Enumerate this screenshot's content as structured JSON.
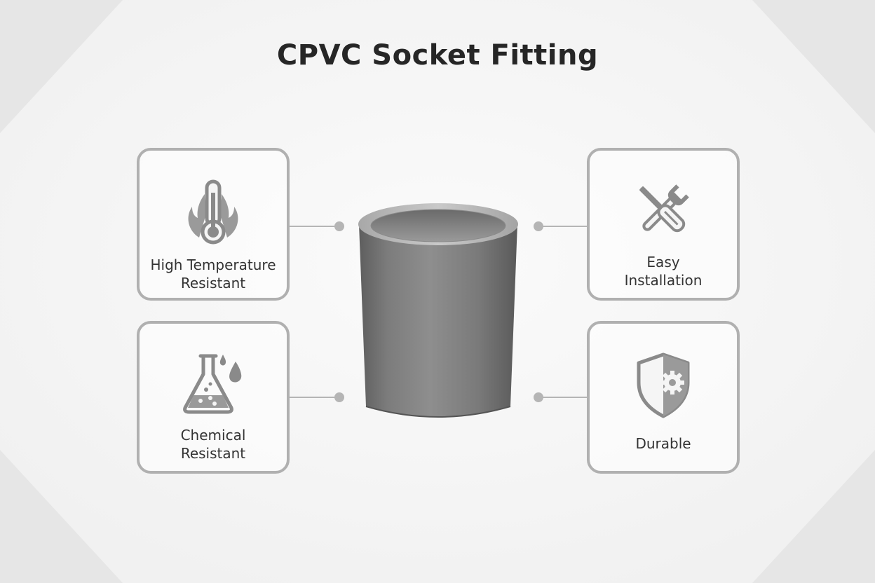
{
  "title": "CPVC Socket Fitting",
  "colors": {
    "background": "#e9e9e9",
    "panel": "#f7f7f7",
    "card_border": "#b0b0b0",
    "icon": "#8a8a8a",
    "text": "#262626",
    "product": "#7a7a7a"
  },
  "features": [
    {
      "position": "top-left",
      "icon": "thermometer-flame-icon",
      "label_lines": [
        "High Temperature",
        "Resistant"
      ]
    },
    {
      "position": "bottom-left",
      "icon": "flask-droplet-icon",
      "label_lines": [
        "Chemical",
        "Resistant"
      ]
    },
    {
      "position": "top-right",
      "icon": "wrench-screwdriver-icon",
      "label_lines": [
        "Easy",
        "Installation"
      ]
    },
    {
      "position": "bottom-right",
      "icon": "shield-gear-icon",
      "label_lines": [
        "Durable"
      ]
    }
  ]
}
